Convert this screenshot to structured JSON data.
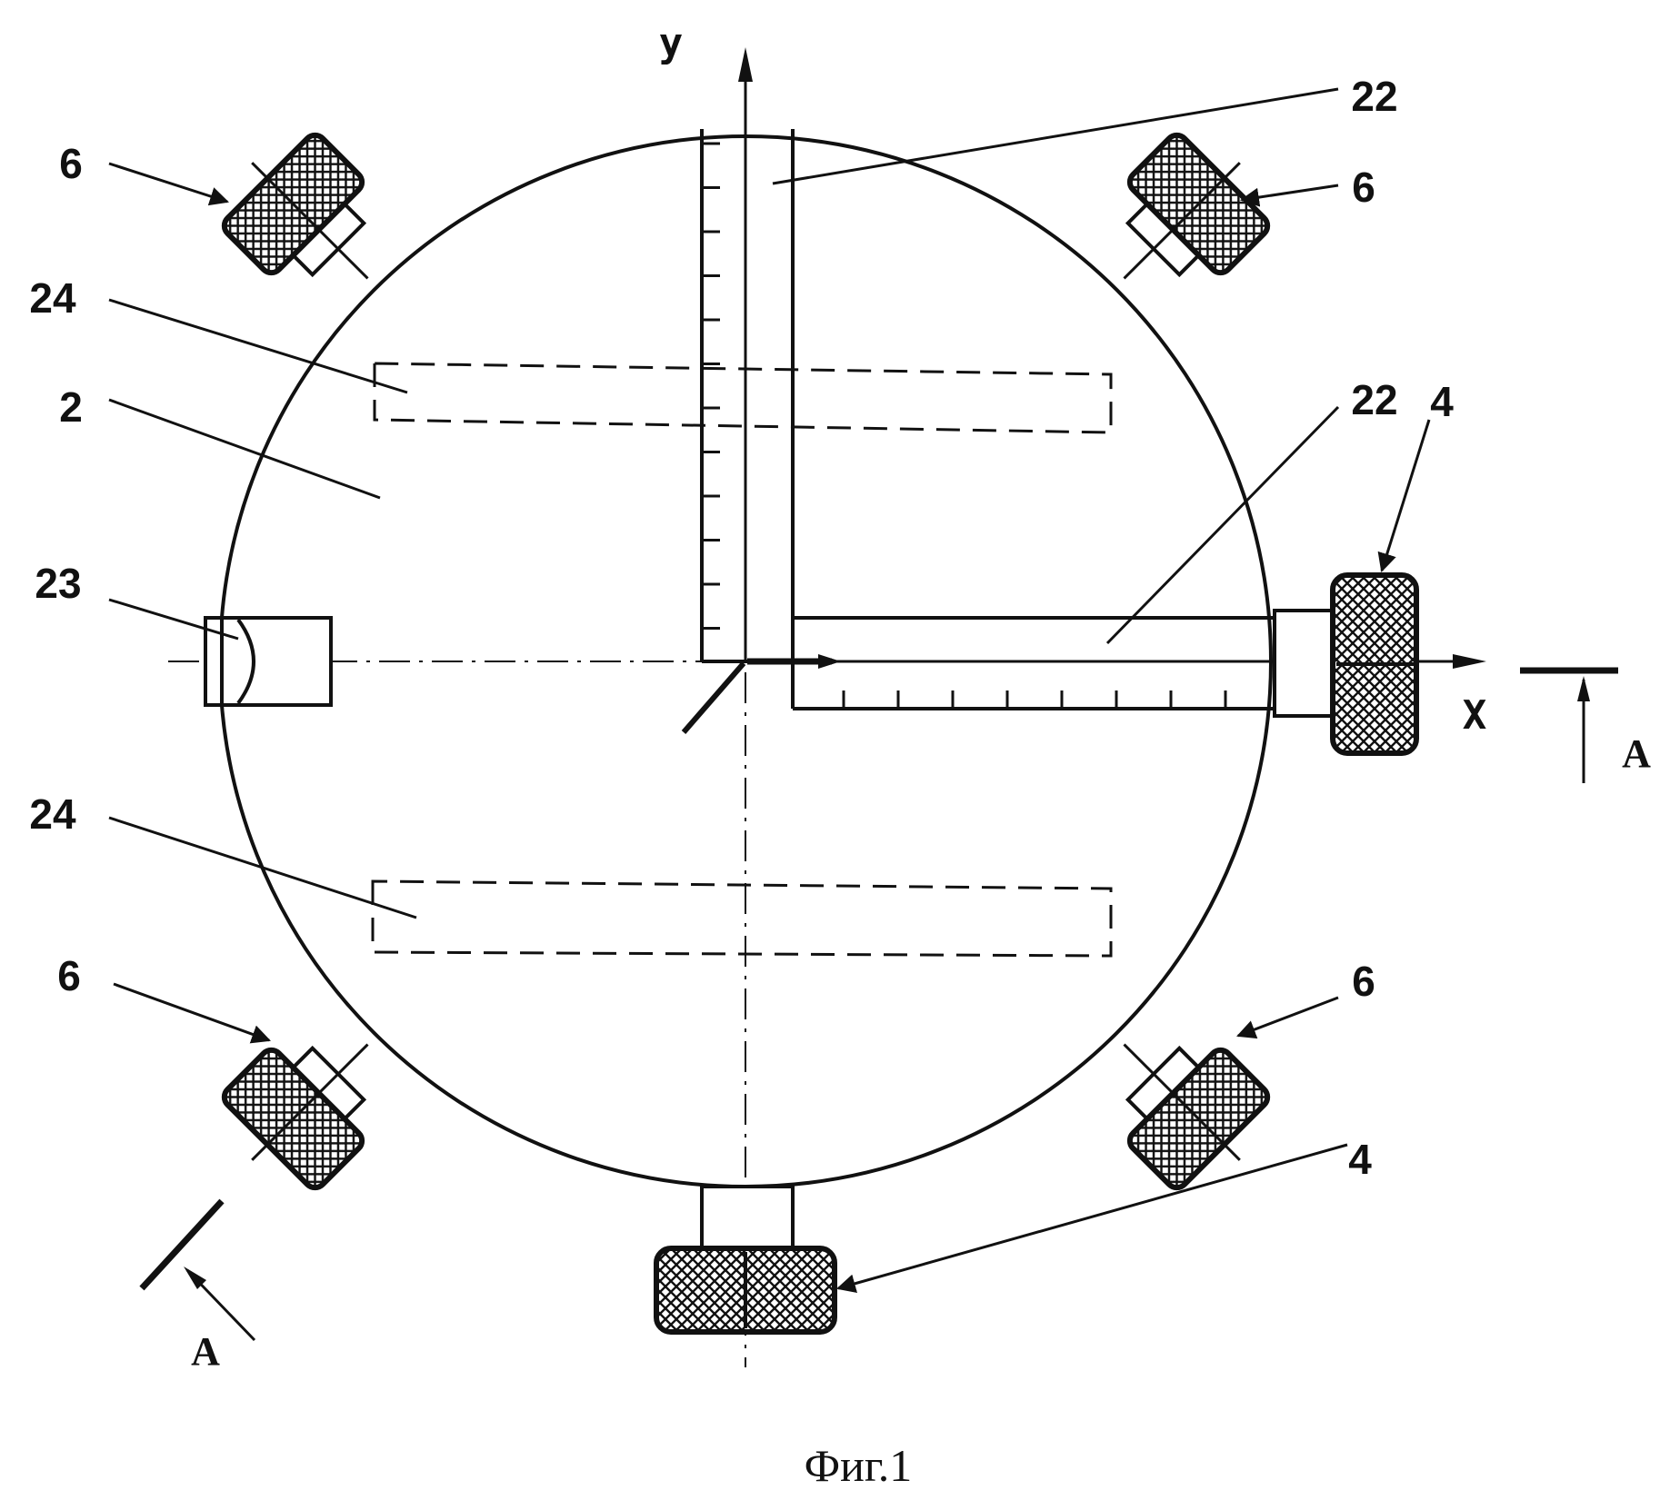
{
  "labels": {
    "y_axis": "y",
    "x_axis": "X",
    "item_2": "2",
    "item_4": "4",
    "item_6": "6",
    "item_22": "22",
    "item_23": "23",
    "item_24": "24",
    "section": "A"
  },
  "caption": "Фиг.1",
  "colors": {
    "line": "#111111",
    "background": "#ffffff"
  },
  "icons": {
    "knob": "knurled-knob",
    "ruler": "graduated-scale-ruler",
    "section_marker": "section-cut-arrow"
  }
}
